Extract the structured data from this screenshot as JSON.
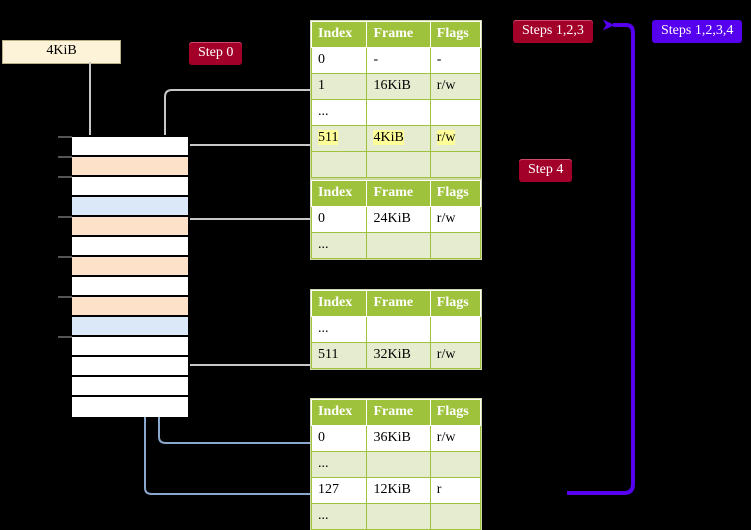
{
  "labels": {
    "frame_size": "4KiB",
    "step0": "Step 0",
    "step4": "Step 4",
    "steps123": "Steps 1,2,3",
    "steps1234": "Steps 1,2,3,4"
  },
  "colors": {
    "header_green": "#9fc23c",
    "alt_row": "#e6ecd0",
    "highlight_yellow": "#ffff99",
    "badge_red": "#a30029",
    "badge_purple": "#5500ee",
    "mem_orange": "#fde1c8",
    "mem_blue": "#dbe8f7",
    "kib_box": "#fdf3d8",
    "wire_gray": "#c8c8c8",
    "wire_blue": "#8aa8cc"
  },
  "columns": [
    "Index",
    "Frame",
    "Flags"
  ],
  "tables": [
    {
      "name": "level4-table",
      "rows": [
        {
          "style": "plain",
          "highlight": false,
          "cells": [
            "0",
            "-",
            "-"
          ]
        },
        {
          "style": "alt",
          "highlight": false,
          "cells": [
            "1",
            "16KiB",
            "r/w"
          ]
        },
        {
          "style": "plain",
          "highlight": false,
          "cells": [
            "...",
            "",
            ""
          ]
        },
        {
          "style": "alt",
          "highlight": true,
          "cells": [
            "511",
            "4KiB",
            "r/w"
          ]
        },
        {
          "style": "alt",
          "highlight": false,
          "cells": [
            "",
            "",
            ""
          ]
        }
      ]
    },
    {
      "name": "level3-table",
      "rows": [
        {
          "style": "plain",
          "highlight": false,
          "cells": [
            "0",
            "24KiB",
            "r/w"
          ]
        },
        {
          "style": "alt",
          "highlight": false,
          "cells": [
            "...",
            "",
            ""
          ]
        }
      ]
    },
    {
      "name": "level2-table",
      "rows": [
        {
          "style": "plain",
          "highlight": false,
          "cells": [
            "...",
            "",
            ""
          ]
        },
        {
          "style": "alt",
          "highlight": false,
          "cells": [
            "511",
            "32KiB",
            "r/w"
          ]
        }
      ]
    },
    {
      "name": "level1-table",
      "rows": [
        {
          "style": "plain",
          "highlight": false,
          "cells": [
            "0",
            "36KiB",
            "r/w"
          ]
        },
        {
          "style": "alt",
          "highlight": false,
          "cells": [
            "...",
            "",
            ""
          ]
        },
        {
          "style": "plain",
          "highlight": false,
          "cells": [
            "127",
            "12KiB",
            "r"
          ]
        },
        {
          "style": "alt",
          "highlight": false,
          "cells": [
            "...",
            "",
            ""
          ]
        }
      ]
    }
  ],
  "memory_column": {
    "name": "physical-memory-column",
    "rows": [
      {
        "fill": "m-white"
      },
      {
        "fill": "m-orange"
      },
      {
        "fill": "m-white"
      },
      {
        "fill": "m-blue"
      },
      {
        "fill": "m-orange"
      },
      {
        "fill": "m-white"
      },
      {
        "fill": "m-orange"
      },
      {
        "fill": "m-white"
      },
      {
        "fill": "m-orange"
      },
      {
        "fill": "m-blue"
      },
      {
        "fill": "m-white"
      },
      {
        "fill": "m-white"
      },
      {
        "fill": "m-white"
      },
      {
        "fill": "m-white"
      }
    ]
  }
}
